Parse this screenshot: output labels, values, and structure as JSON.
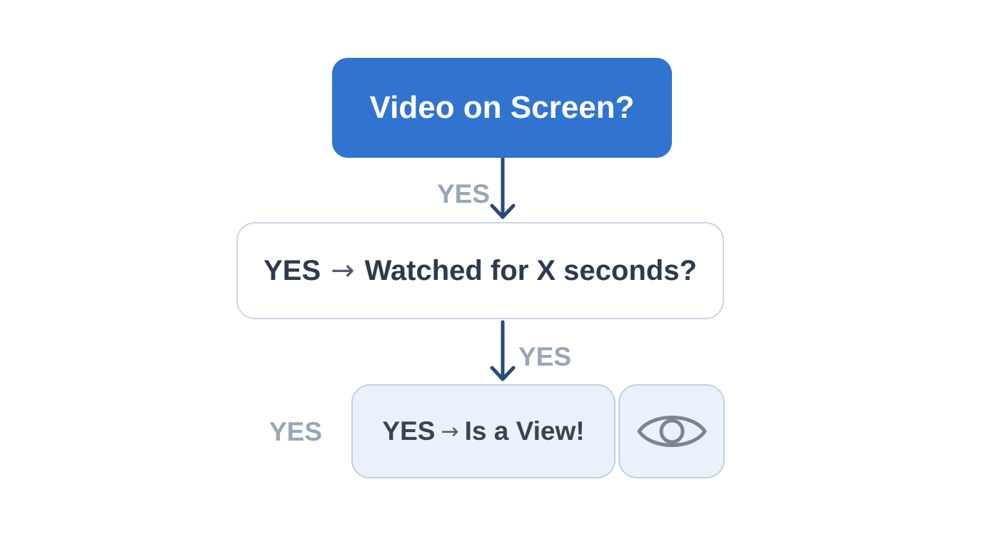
{
  "nodes": {
    "top": {
      "text": "Video on Screen?"
    },
    "middle": {
      "prefix": "YES",
      "arrow": "→",
      "text": "Watched for X seconds?"
    },
    "bottom": {
      "prefix": "YES",
      "arrow": "→",
      "text": "Is a View!"
    },
    "eye": {
      "icon": "eye-icon"
    }
  },
  "edge_labels": {
    "top_to_middle": "YES",
    "middle_to_bottom": "YES",
    "bottom_left": "YES"
  },
  "colors": {
    "primary_blue": "#3174d0",
    "arrow": "#2a4a78",
    "label_gray": "#9aa6b6",
    "light_fill": "#ebf1fa",
    "border": "#c9d7e8"
  }
}
